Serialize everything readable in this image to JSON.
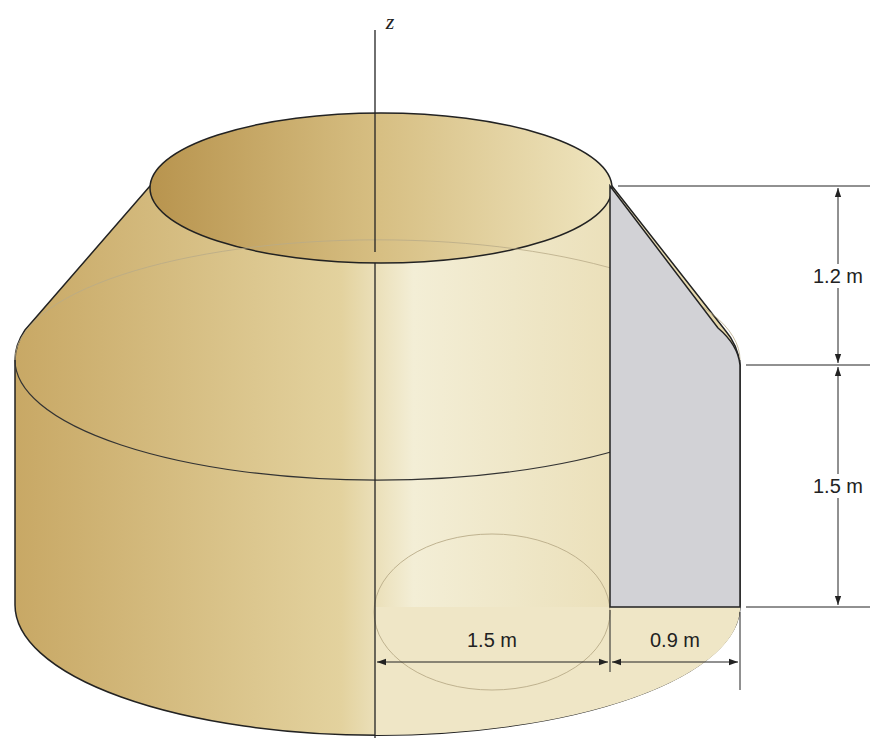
{
  "diagram": {
    "labels": [
      "z",
      "1.2 m",
      "1.5 m",
      "1.5 m",
      "0.9 m"
    ]
  }
}
